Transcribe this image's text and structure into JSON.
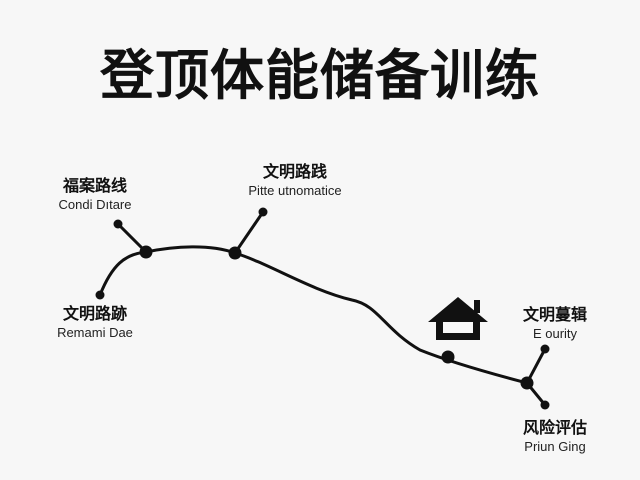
{
  "title": "登顶体能储备训练",
  "colors": {
    "ink": "#111111",
    "background": "#f7f7f7"
  },
  "icons": {
    "landmark": "house-icon"
  },
  "waypoints": [
    {
      "zh": "福案路线",
      "en": "Condi Dıtare"
    },
    {
      "zh": "文明路跡",
      "en": "Remami Dae"
    },
    {
      "zh": "文明路践",
      "en": "Pitte utnomatice"
    },
    {
      "zh": "文明蔓辑",
      "en": "E ourity"
    },
    {
      "zh": "风险评估",
      "en": "Priun Ging"
    }
  ]
}
